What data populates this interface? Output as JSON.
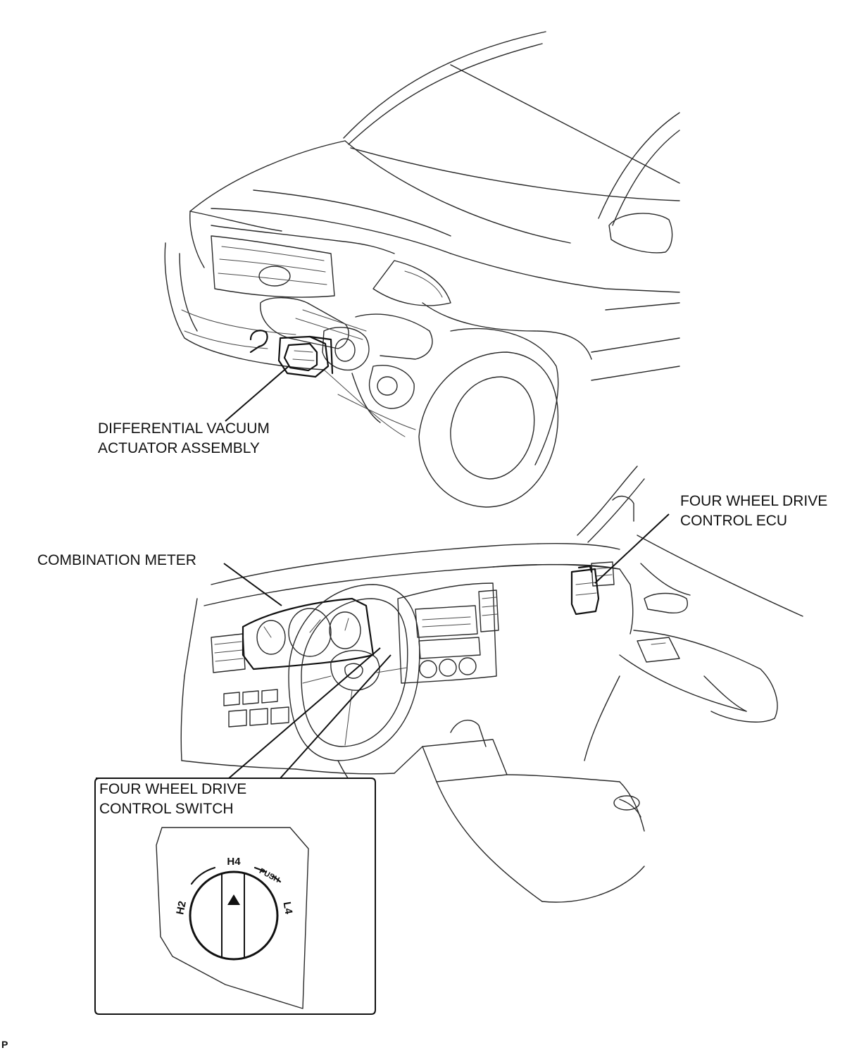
{
  "labels": {
    "differential_actuator_line1": "DIFFERENTIAL VACUUM",
    "differential_actuator_line2": "ACTUATOR ASSEMBLY",
    "four_wd_ecu_line1": "FOUR WHEEL DRIVE",
    "four_wd_ecu_line2": "CONTROL ECU",
    "combination_meter": "COMBINATION METER",
    "four_wd_switch_line1": "FOUR WHEEL DRIVE",
    "four_wd_switch_line2": "CONTROL SWITCH"
  },
  "switch_dial": {
    "h2": "H2",
    "h4": "H4",
    "push": "PUSH",
    "l4": "L4"
  },
  "corner_mark": "P"
}
